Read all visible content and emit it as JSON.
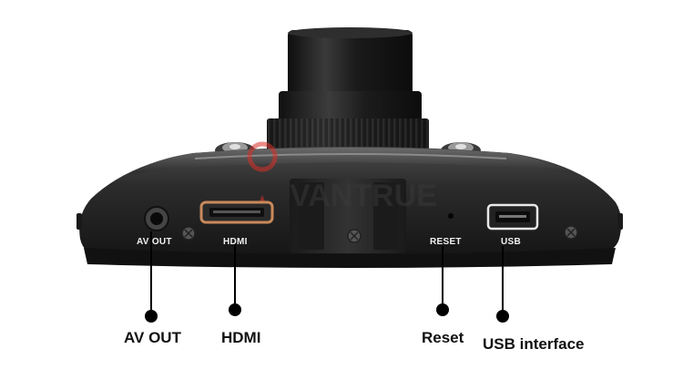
{
  "device": {
    "port_labels": {
      "av_out": "AV OUT",
      "hdmi": "HDMI",
      "reset": "RESET",
      "usb": "USB"
    },
    "watermark": "VANTRUE"
  },
  "callouts": {
    "av_out": "AV OUT",
    "hdmi": "HDMI",
    "reset": "Reset",
    "usb": "USB interface"
  },
  "colors": {
    "body": "#2a2a2a",
    "body_highlight": "#5a5a5a",
    "lens": "#1c1c1c",
    "callout": "#000000",
    "watermark": "#d9302a"
  }
}
